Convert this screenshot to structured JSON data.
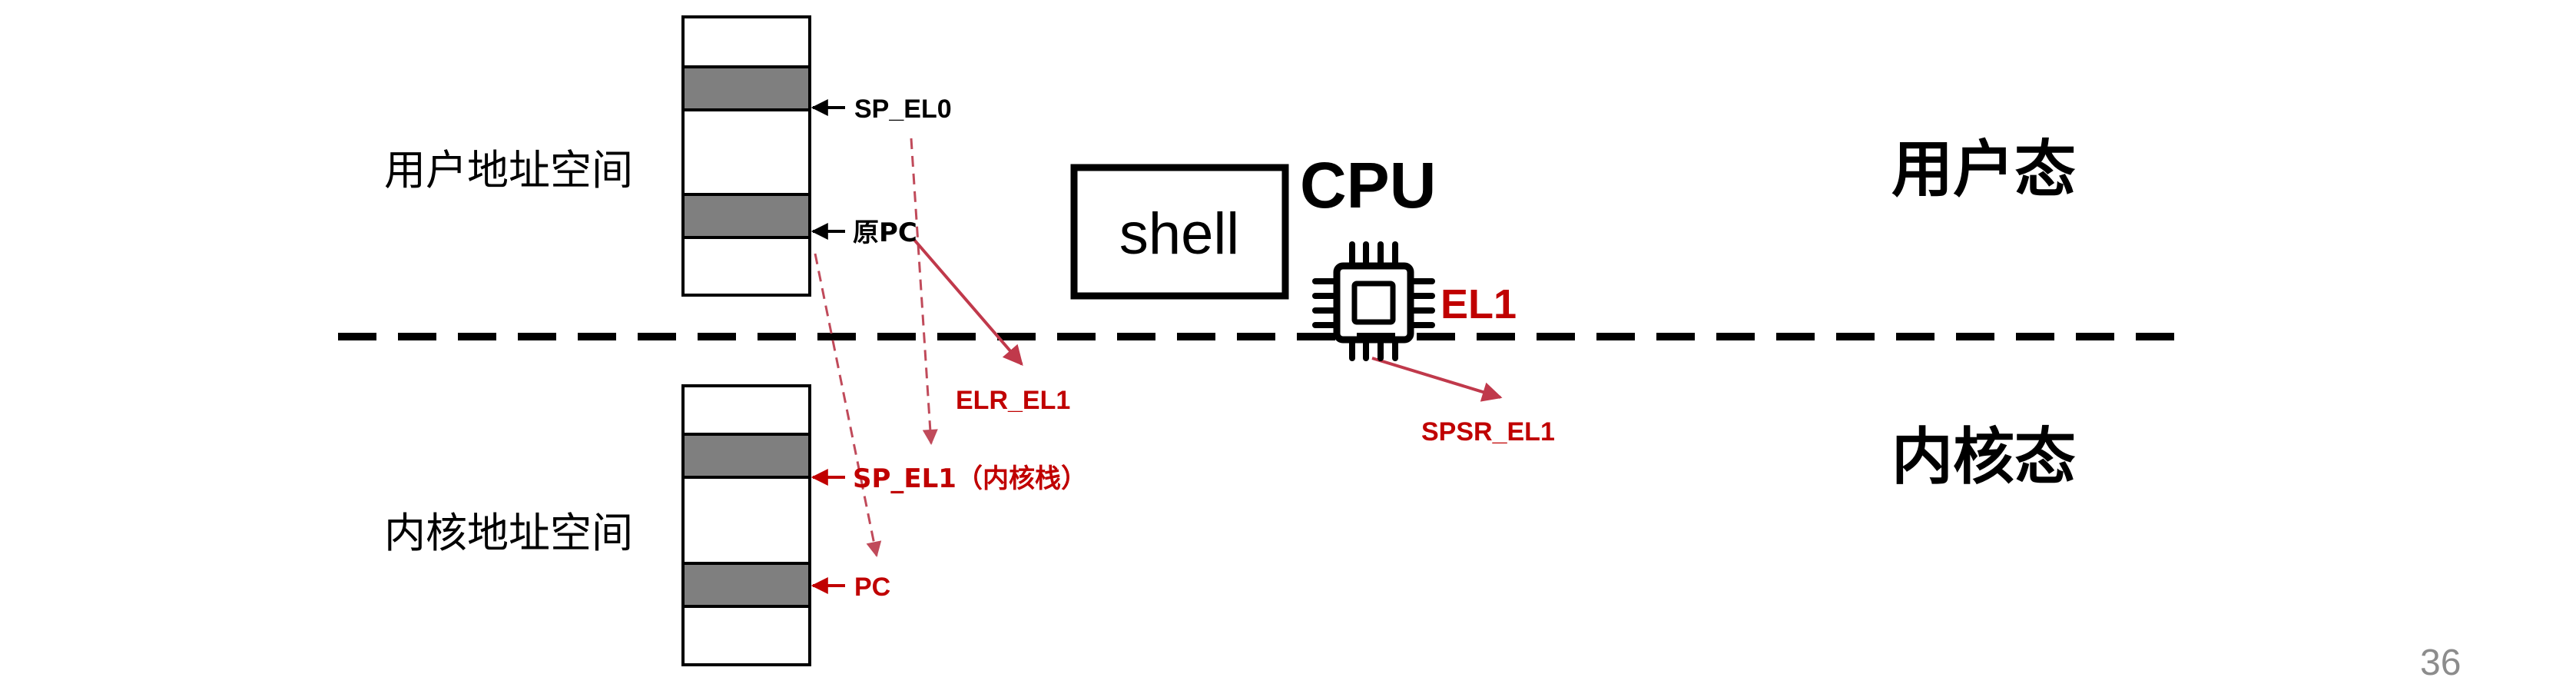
{
  "regions": {
    "user_space_label": "用户地址空间",
    "kernel_space_label": "内核地址空间"
  },
  "modes": {
    "user_mode_label": "用户态",
    "kernel_mode_label": "内核态"
  },
  "pointers": {
    "sp_el0": "SP_EL0",
    "orig_pc": "原PC",
    "elr_el1": "ELR_EL1",
    "sp_el1": "SP_EL1（内核栈）",
    "pc": "PC",
    "spsr_el1": "SPSR_EL1"
  },
  "cpu": {
    "title": "CPU",
    "level": "EL1",
    "icon": "cpu-chip-icon"
  },
  "shell": {
    "label": "shell"
  },
  "page_number": "36",
  "colors": {
    "black": "#000000",
    "red": "#c00000",
    "dashed_red": "#c04a5a",
    "slot_gray": "#7f7f7f",
    "page_number": "#8c8c8c"
  }
}
